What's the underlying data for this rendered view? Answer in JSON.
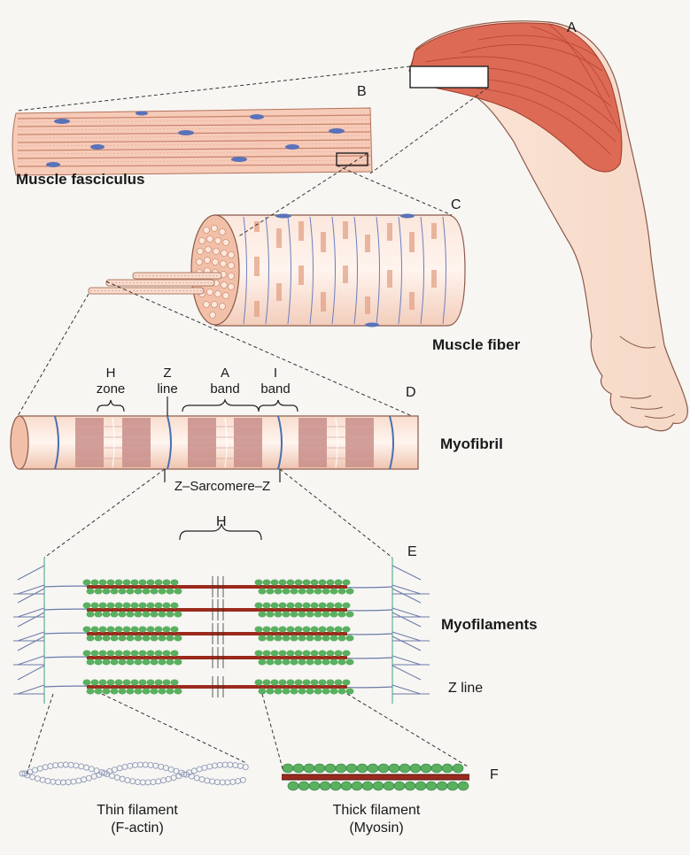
{
  "labels": {
    "A": "A",
    "B": "B",
    "C": "C",
    "D": "D",
    "E": "E",
    "F": "F"
  },
  "captions": {
    "muscle_fasciculus": "Muscle  fasciculus",
    "muscle_fiber": "Muscle fiber",
    "myofibril": "Myofibril",
    "myofilaments": "Myofilaments",
    "z_line": "Z line",
    "thin_filament": "Thin filament",
    "thin_filament_sub": "(F-actin)",
    "thick_filament": "Thick filament",
    "thick_filament_sub": "(Myosin)"
  },
  "myofibril_labels": {
    "h_zone_1": "H",
    "h_zone_2": "zone",
    "z_line_1": "Z",
    "z_line_2": "line",
    "a_band_1": "A",
    "a_band_2": "band",
    "i_band_1": "I",
    "i_band_2": "band",
    "sarcomere": "Z–Sarcomere–Z"
  },
  "h_label": "H",
  "colors": {
    "muscle_red": "#d9533d",
    "skin": "#fbe9de",
    "outline": "#8a5a4a",
    "fiber_band": "#e8a184",
    "nucleus_blue": "#5a72b8",
    "actin_green": "#59b05f",
    "myosin_red": "#9b2a1c",
    "zdisc": "#4a6fb0"
  }
}
